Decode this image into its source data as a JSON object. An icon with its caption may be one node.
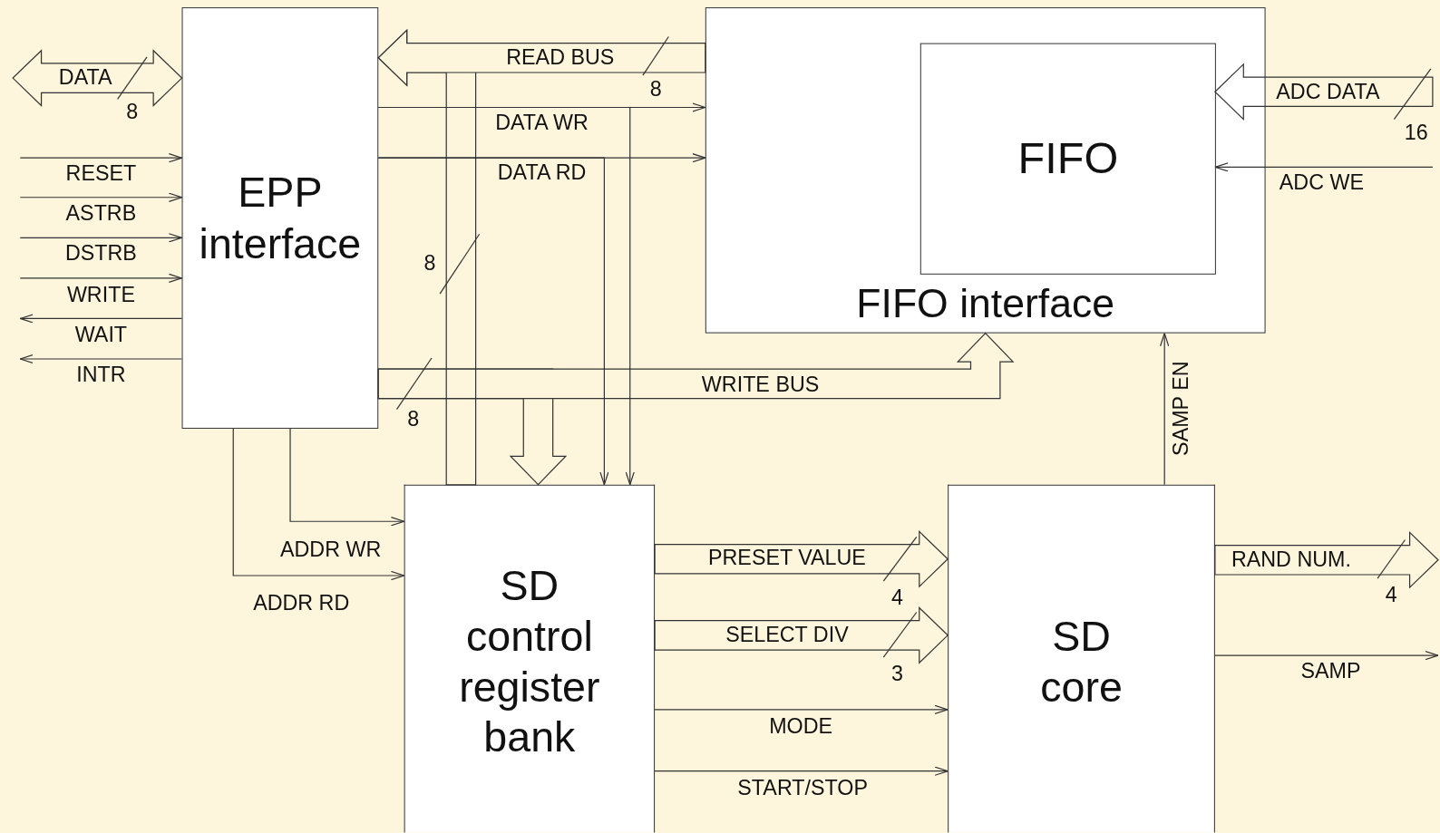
{
  "diagram": {
    "nodes": [
      {
        "text": [
          "EPP interface"
        ]
      },
      {
        "text": [
          "FIFO interface"
        ]
      },
      {
        "text": [
          "FIFO"
        ],
        "in": 1
      },
      {
        "text": [
          "SD control register bank"
        ]
      },
      {
        "text": [
          "SD core"
        ]
      }
    ],
    "edges": [
      {
        "from": null,
        "to": 0,
        "arrow": "both",
        "label": "DATA",
        "style": "thick"
      },
      {
        "from": null,
        "to": 0,
        "arrow": "to",
        "label": "RESET"
      },
      {
        "from": null,
        "to": 0,
        "arrow": "to",
        "label": "ASTRB"
      },
      {
        "from": null,
        "to": 0,
        "arrow": "to",
        "label": "DSTRB"
      },
      {
        "from": null,
        "to": 0,
        "arrow": "to",
        "label": "WRITE"
      },
      {
        "from": 0,
        "to": null,
        "arrow": "to",
        "label": "WAIT"
      },
      {
        "from": 0,
        "to": null,
        "arrow": "to",
        "label": "INTR"
      },
      {
        "from": 1,
        "to": 0,
        "arrow": "to",
        "label": "READ BUS",
        "style": "thick"
      },
      {
        "from": 3,
        "to": 0,
        "arrow": "to",
        "style": "thick"
      },
      {
        "from": 0,
        "to": 1,
        "arrow": "to",
        "label": "DATA WR"
      },
      {
        "from": 0,
        "to": 3,
        "arrow": "to"
      },
      {
        "from": 0,
        "to": 1,
        "arrow": "to",
        "label": "DATA RD"
      },
      {
        "from": 0,
        "to": 3,
        "arrow": "to"
      },
      {
        "from": 0,
        "to": 1,
        "arrow": "to",
        "label": "WRITE BUS",
        "style": "thick"
      },
      {
        "from": 0,
        "to": 3,
        "arrow": "to",
        "style": "thick"
      },
      {
        "from": 0,
        "to": 3,
        "arrow": "to",
        "label": "ADDR WR"
      },
      {
        "from": 0,
        "to": 3,
        "arrow": "to",
        "label": "ADDR RD"
      },
      {
        "from": null,
        "to": 2,
        "arrow": "to",
        "label": "ADC DATA",
        "style": "thick"
      },
      {
        "from": null,
        "to": 2,
        "arrow": "to",
        "label": "ADC WE"
      },
      {
        "from": 4,
        "to": 1,
        "arrow": "to",
        "label": "SAMP EN"
      },
      {
        "from": 3,
        "to": 4,
        "arrow": "to",
        "label": "PRESET VALUE",
        "style": "thick"
      },
      {
        "from": 3,
        "to": 4,
        "arrow": "to",
        "label": "SELECT DIV",
        "style": "thick"
      },
      {
        "from": 3,
        "to": 4,
        "arrow": "to",
        "label": "MODE"
      },
      {
        "from": 3,
        "to": 4,
        "arrow": "to",
        "label": "START/STOP"
      },
      {
        "from": 4,
        "to": null,
        "arrow": "to",
        "label": "RAND NUM.",
        "style": "thick"
      },
      {
        "from": 4,
        "to": null,
        "arrow": "to",
        "label": "SAMP"
      }
    ],
    "labels": [
      "8",
      "8",
      "16",
      "8",
      "8",
      "4",
      "4",
      "3"
    ]
  }
}
